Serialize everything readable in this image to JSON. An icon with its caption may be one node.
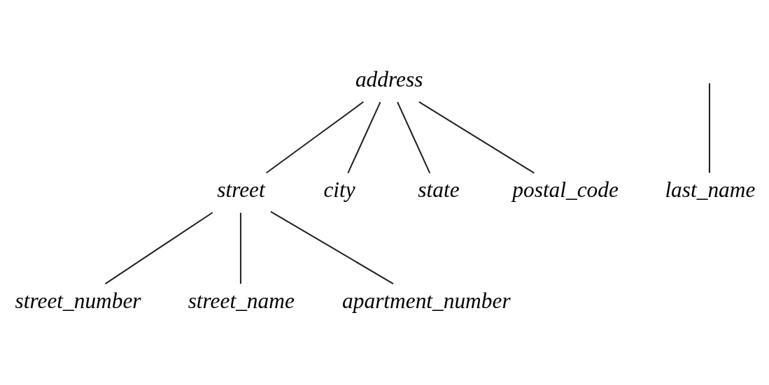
{
  "diagram": {
    "nodes": [
      {
        "text": [
          "address"
        ]
      },
      {
        "text": [
          "last_name"
        ]
      },
      {
        "text": [
          "street"
        ]
      },
      {
        "text": [
          "city"
        ]
      },
      {
        "text": [
          "state"
        ]
      },
      {
        "text": [
          "postal_code"
        ]
      },
      {
        "text": [
          "street_number"
        ]
      },
      {
        "text": [
          "street_name"
        ]
      },
      {
        "text": [
          "apartment_number"
        ]
      }
    ],
    "edges": [
      {
        "from": null,
        "to": 1,
        "arrow": "none"
      },
      {
        "from": 0,
        "to": 2,
        "arrow": "none"
      },
      {
        "from": 0,
        "to": 3,
        "arrow": "none"
      },
      {
        "from": 0,
        "to": 4,
        "arrow": "none"
      },
      {
        "from": 0,
        "to": 5,
        "arrow": "none"
      },
      {
        "from": 2,
        "to": 6,
        "arrow": "none"
      },
      {
        "from": 2,
        "to": 7,
        "arrow": "none"
      },
      {
        "from": 2,
        "to": 8,
        "arrow": "none"
      }
    ]
  }
}
